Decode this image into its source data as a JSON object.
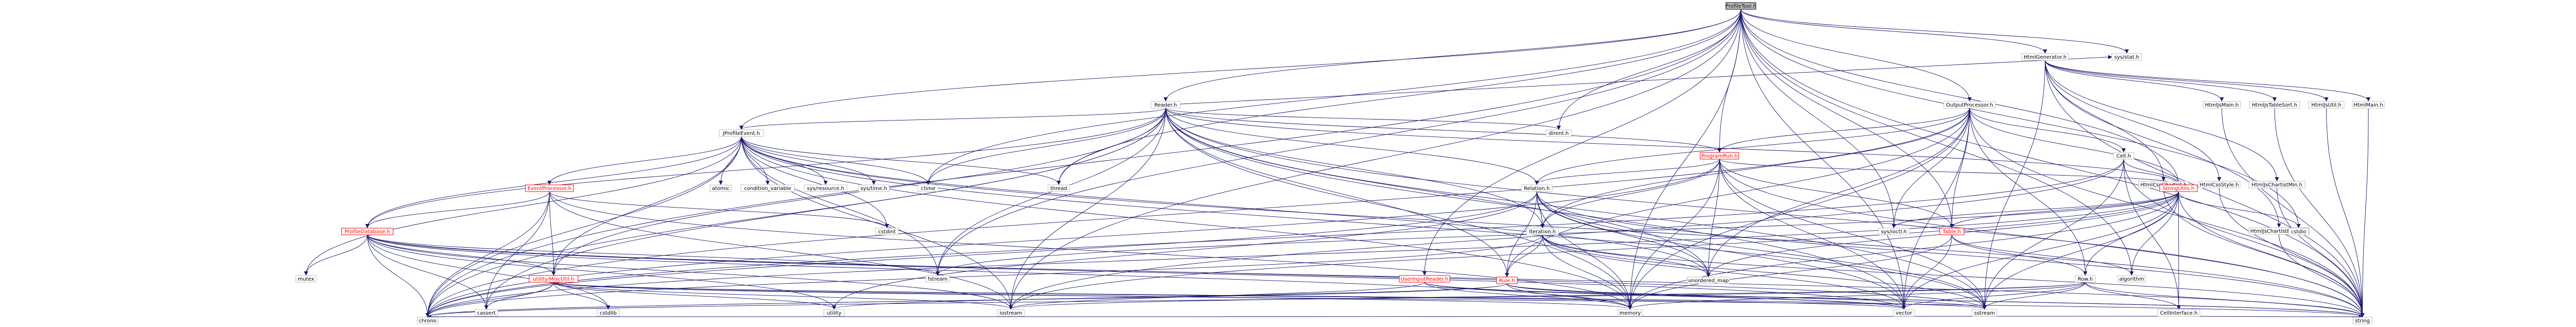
{
  "graph": {
    "root": "ProfileTool.h",
    "colors": {
      "root_fill": "#bfbfbf",
      "node_fill": "#ffffff",
      "node_stroke": "#bfbfbf",
      "link_stroke": "#ff0000",
      "link_text": "#ff0000",
      "edge": "#191970"
    },
    "nodes": [
      {
        "id": "ProfileTool.h",
        "label": "ProfileTool.h"
      },
      {
        "id": "HtmlGenerator.h",
        "label": "HtmlGenerator.h"
      },
      {
        "id": "sys/stat.h",
        "label": "sys/stat.h"
      },
      {
        "id": "Reader.h",
        "label": "Reader.h"
      },
      {
        "id": "OutputProcessor.h",
        "label": "OutputProcessor.h"
      },
      {
        "id": "HtmlJsMain.h",
        "label": "HtmlJsMain.h"
      },
      {
        "id": "HtmlJsTableSort.h",
        "label": "HtmlJsTableSort.h"
      },
      {
        "id": "HtmlJsUtil.h",
        "label": "HtmlJsUtil.h"
      },
      {
        "id": "HtmlMain.h",
        "label": "HtmlMain.h"
      },
      {
        "id": "JProfileEvent.h",
        "label": "JProfileEvent.h"
      },
      {
        "id": "dirent.h",
        "label": "dirent.h"
      },
      {
        "id": "ProgramRun.h",
        "label": "ProgramRun.h"
      },
      {
        "id": "Cell.h",
        "label": "Cell.h"
      },
      {
        "id": "HtmlCssChartist.h",
        "label": "HtmlCssChartist.h"
      },
      {
        "id": "HtmlCssStyle.h",
        "label": "HtmlCssStyle.h"
      },
      {
        "id": "HtmlJsChartistMin.h",
        "label": "HtmlJsChartistMin.h"
      },
      {
        "id": "EventProcessor.h",
        "label": "EventProcessor.h"
      },
      {
        "id": "atomic",
        "label": "atomic"
      },
      {
        "id": "condition_variable",
        "label": "condition_variable"
      },
      {
        "id": "sys/resource.h",
        "label": "sys/resource.h"
      },
      {
        "id": "sys/time.h",
        "label": "sys/time.h"
      },
      {
        "id": "ctime",
        "label": "ctime"
      },
      {
        "id": "thread",
        "label": "thread"
      },
      {
        "id": "Relation.h",
        "label": "Relation.h"
      },
      {
        "id": "StringUtils.h",
        "label": "StringUtils.h"
      },
      {
        "id": "HtmlJsChartistPlugin.h",
        "label": "HtmlJsChartistPlugin.h"
      },
      {
        "id": "ProfileDatabase.h",
        "label": "ProfileDatabase.h"
      },
      {
        "id": "cstdint",
        "label": "cstdint"
      },
      {
        "id": "Iteration.h",
        "label": "Iteration.h"
      },
      {
        "id": "Table.h",
        "label": "Table.h"
      },
      {
        "id": "sys/ioctl.h",
        "label": "sys/ioctl.h"
      },
      {
        "id": "cstdio",
        "label": "cstdio"
      },
      {
        "id": "mutex",
        "label": "mutex"
      },
      {
        "id": "utility/MiscUtil.h",
        "label": "utility/MiscUtil.h"
      },
      {
        "id": "fstream",
        "label": "fstream"
      },
      {
        "id": "UserInputReader.h",
        "label": "UserInputReader.h"
      },
      {
        "id": "Row.h",
        "label": "Row.h"
      },
      {
        "id": "algorithm",
        "label": "algorithm"
      },
      {
        "id": "Rule.h",
        "label": "Rule.h"
      },
      {
        "id": "unordered_map",
        "label": "unordered_map"
      },
      {
        "id": "cassert",
        "label": "cassert"
      },
      {
        "id": "cstdlib",
        "label": "cstdlib"
      },
      {
        "id": "utility",
        "label": "utility"
      },
      {
        "id": "iostream",
        "label": "iostream"
      },
      {
        "id": "memory",
        "label": "memory"
      },
      {
        "id": "vector",
        "label": "vector"
      },
      {
        "id": "sstream",
        "label": "sstream"
      },
      {
        "id": "CellInterface.h",
        "label": "CellInterface.h"
      },
      {
        "id": "chrono",
        "label": "chrono"
      },
      {
        "id": "string",
        "label": "string"
      }
    ]
  }
}
